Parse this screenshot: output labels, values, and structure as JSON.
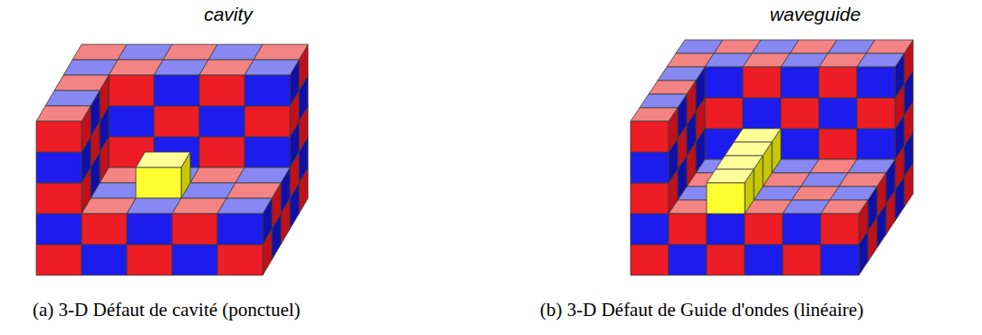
{
  "diagram": {
    "labels": [
      "cavity",
      "waveguide",
      "(a) 3-D Défaut de cavité (ponctuel)",
      "(b) 3-D Défaut de Guide d'ondes (linéaire)"
    ]
  }
}
